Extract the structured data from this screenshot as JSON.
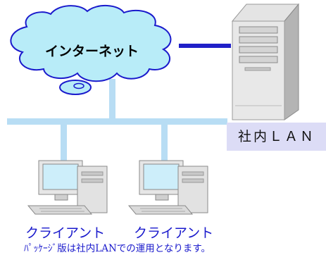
{
  "internet": {
    "label": "インターネット"
  },
  "lan": {
    "label": "社内ＬＡＮ"
  },
  "clients": [
    {
      "label": "クライアント"
    },
    {
      "label": "クライアント"
    }
  ],
  "note": "ﾊﾟｯｹｰｼﾞ版は社内LANでの運用となります。",
  "colors": {
    "cloud_fill": "#b8ecf8",
    "cloud_stroke": "#1a1acc",
    "lan_line": "#b8ddf4",
    "server_link": "#2020c8",
    "lan_label_bg": "#dcdcf6",
    "label_text": "#1a1acc"
  }
}
